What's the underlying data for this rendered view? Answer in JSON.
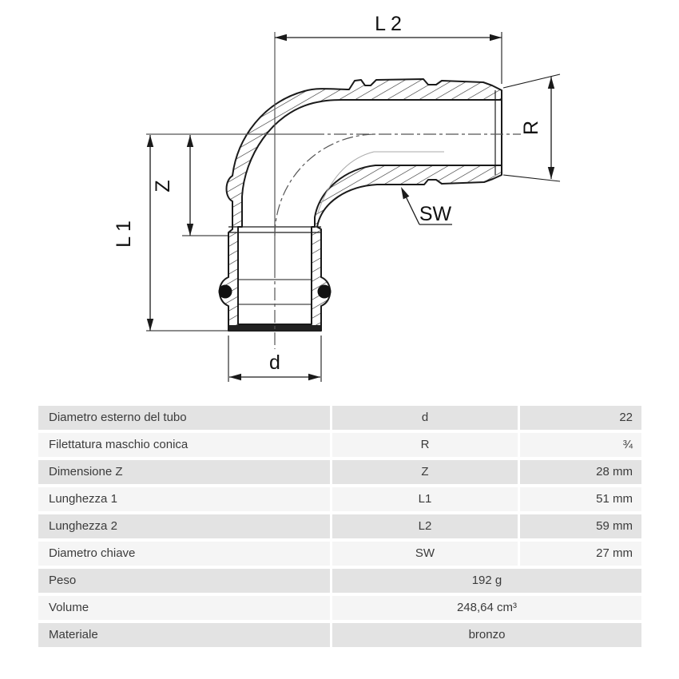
{
  "drawing": {
    "labels": {
      "l2": "L 2",
      "r": "R",
      "z": "Z",
      "l1": "L 1",
      "sw": "SW",
      "d": "d"
    }
  },
  "table": {
    "colors": {
      "row_odd": "#e3e3e3",
      "row_even": "#f5f5f5",
      "text": "#3b3b3b"
    },
    "rows": [
      {
        "label": "Diametro esterno del tubo",
        "symbol": "d",
        "value": "22"
      },
      {
        "label": "Filettatura maschio conica",
        "symbol": "R",
        "value": "¾"
      },
      {
        "label": "Dimensione Z",
        "symbol": "Z",
        "value": "28 mm"
      },
      {
        "label": "Lunghezza 1",
        "symbol": "L1",
        "value": "51 mm"
      },
      {
        "label": "Lunghezza 2",
        "symbol": "L2",
        "value": "59 mm"
      },
      {
        "label": "Diametro chiave",
        "symbol": "SW",
        "value": "27 mm"
      },
      {
        "label": "Peso",
        "value": "192 g"
      },
      {
        "label": "Volume",
        "value": "248,64 cm³"
      },
      {
        "label": "Materiale",
        "value": "bronzo"
      }
    ]
  }
}
